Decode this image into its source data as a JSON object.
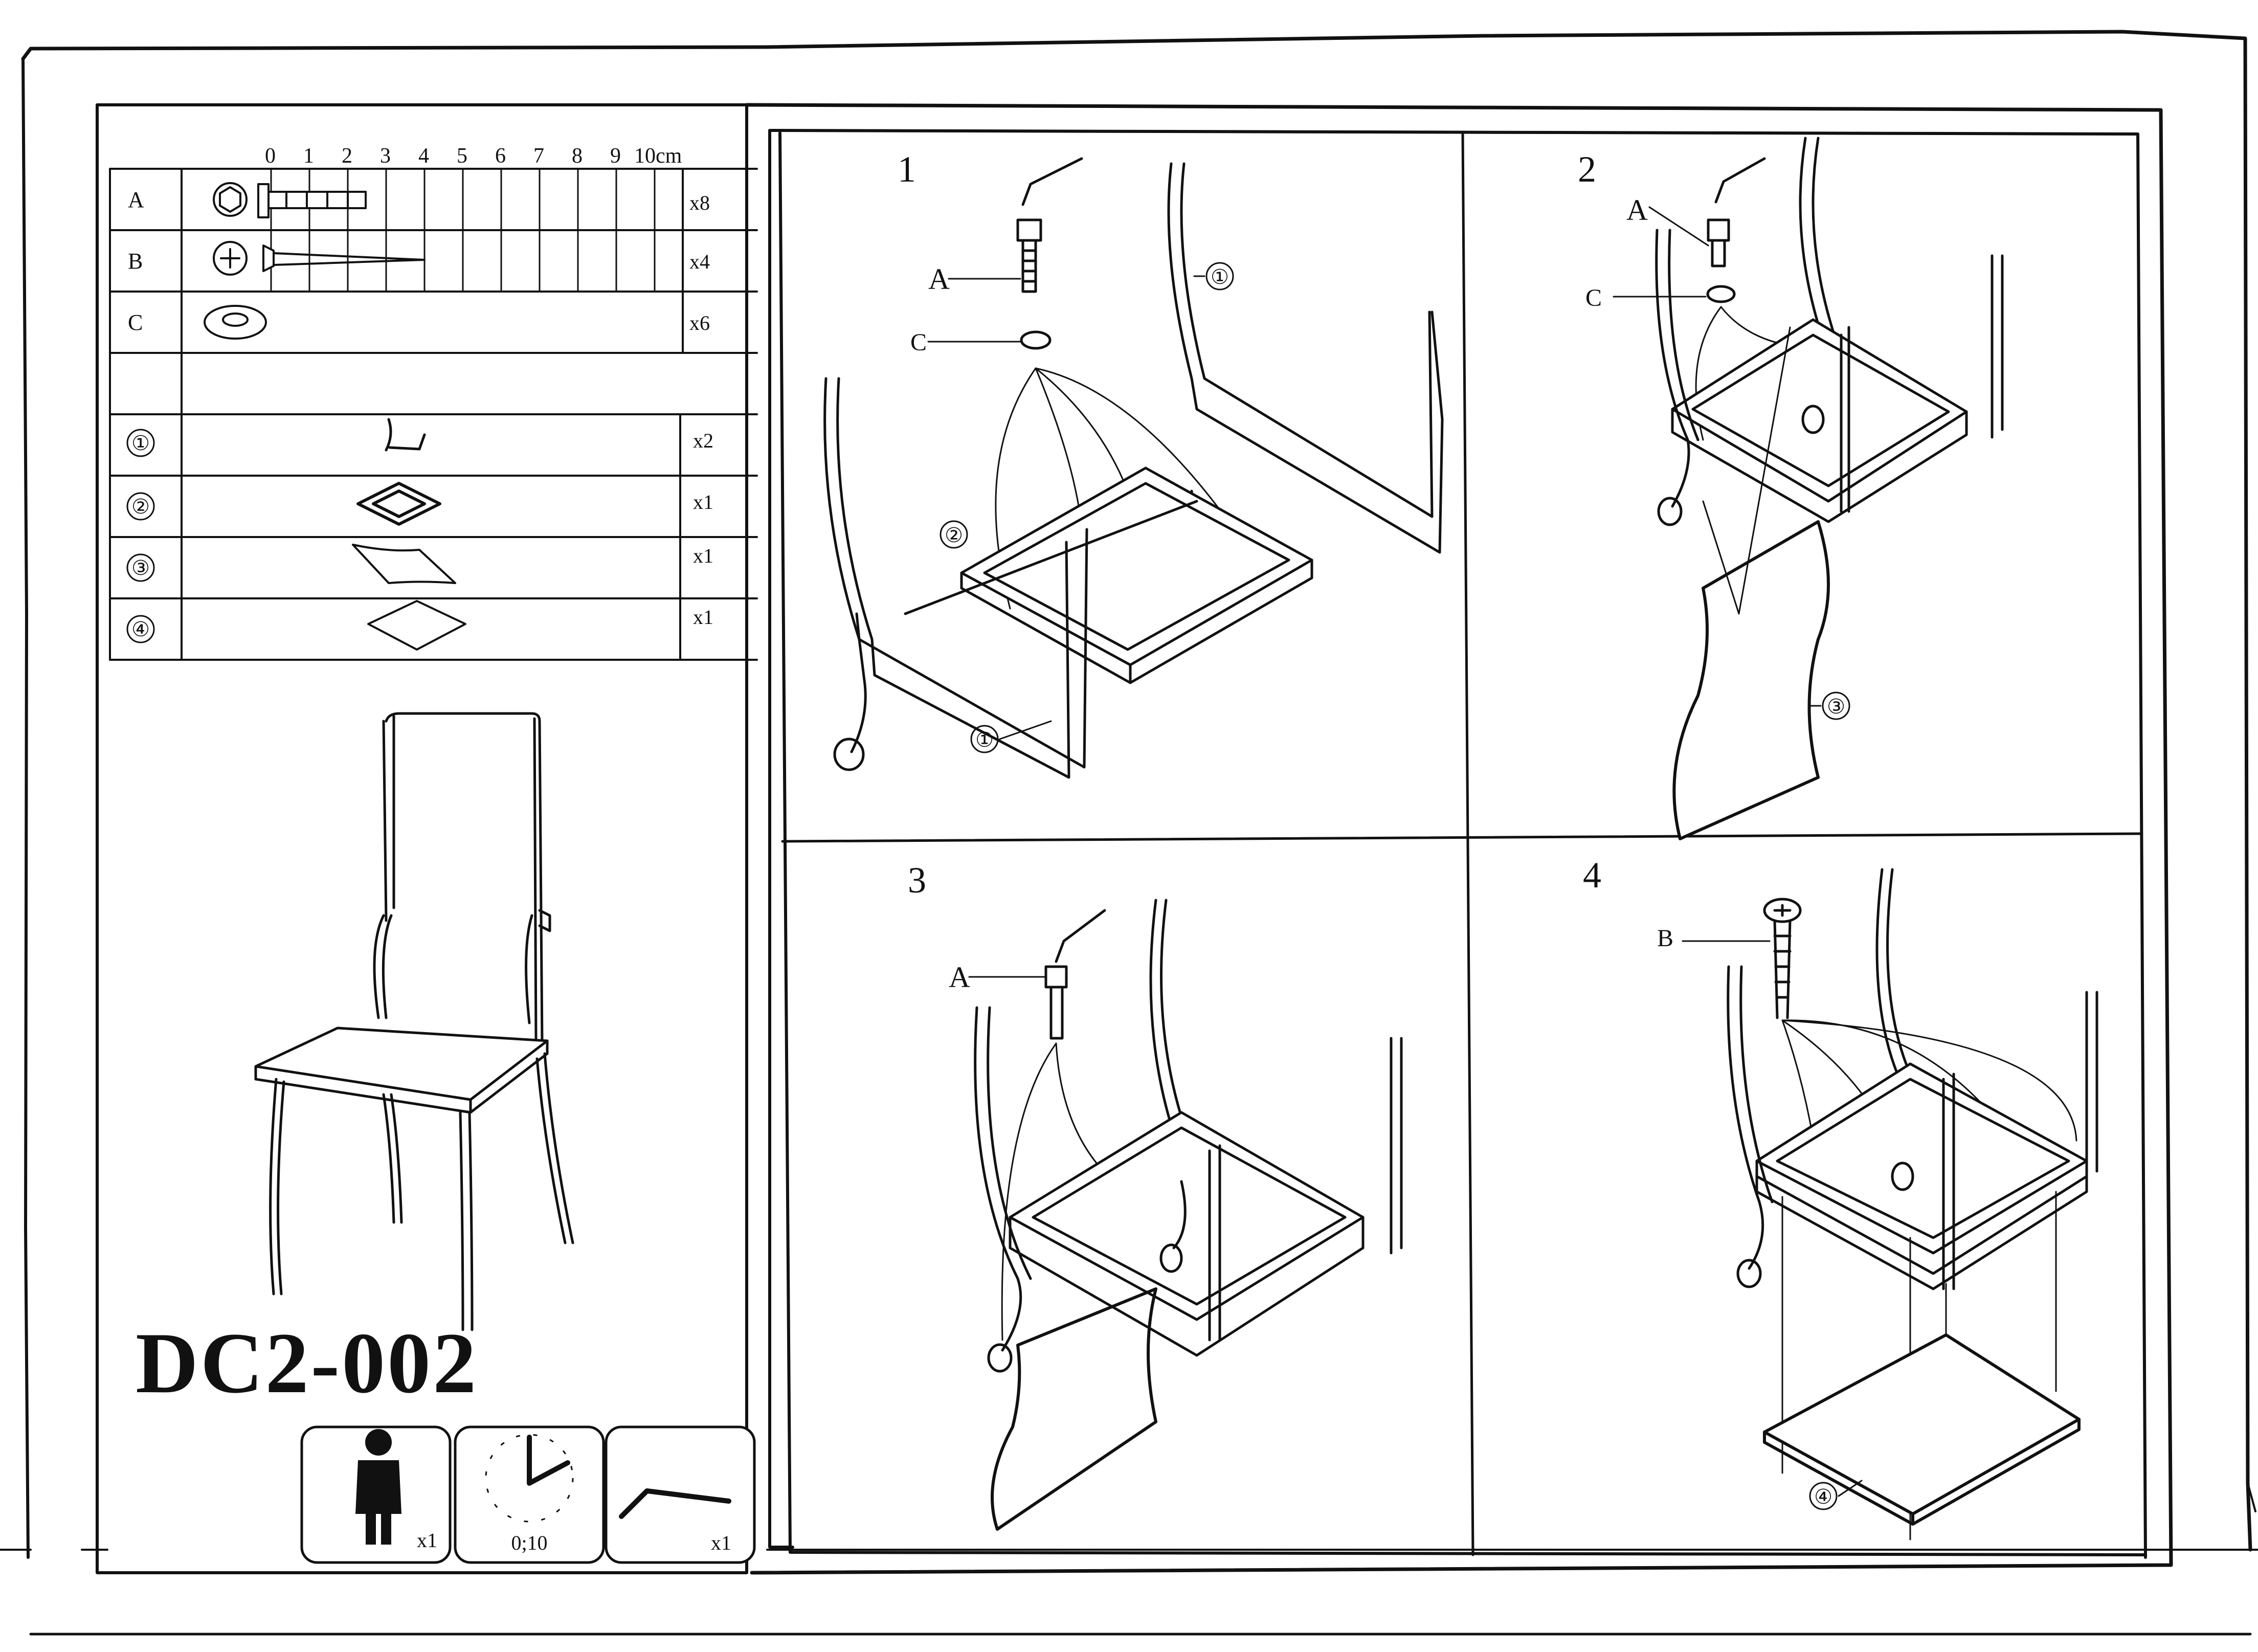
{
  "model": "DC2-002",
  "ruler": {
    "ticks": [
      "0",
      "1",
      "2",
      "3",
      "4",
      "5",
      "6",
      "7",
      "8",
      "9"
    ],
    "end_label": "10cm"
  },
  "hardware": [
    {
      "id": "A",
      "icon": "bolt-icon",
      "qty": "x8"
    },
    {
      "id": "B",
      "icon": "screw-icon",
      "qty": "x4"
    },
    {
      "id": "C",
      "icon": "washer-icon",
      "qty": "x6"
    }
  ],
  "parts": [
    {
      "id": "①",
      "icon": "side-frame-icon",
      "qty": "x2"
    },
    {
      "id": "②",
      "icon": "seat-frame-icon",
      "qty": "x1"
    },
    {
      "id": "③",
      "icon": "backrest-panel-icon",
      "qty": "x1"
    },
    {
      "id": "④",
      "icon": "seat-board-icon",
      "qty": "x1"
    }
  ],
  "info": {
    "persons": "x1",
    "time": "0;10",
    "tools": "x1"
  },
  "steps": [
    {
      "number": "1",
      "labels": {
        "bolt": "A",
        "washer": "C",
        "side": "①",
        "seat": "②",
        "side2": "①"
      }
    },
    {
      "number": "2",
      "labels": {
        "bolt": "A",
        "washer": "C",
        "back": "③"
      }
    },
    {
      "number": "3",
      "labels": {
        "bolt": "A"
      }
    },
    {
      "number": "4",
      "labels": {
        "screw": "B",
        "board": "④"
      }
    }
  ]
}
